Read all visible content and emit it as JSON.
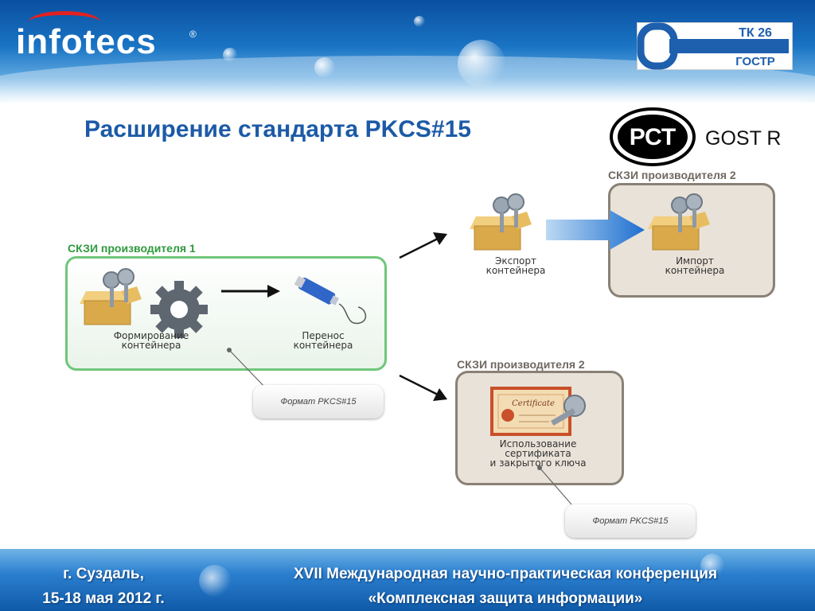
{
  "header": {
    "logo_text": "infotecs",
    "logo_mark": "®",
    "tk_logo_line1": "ТК 26",
    "tk_logo_line2": "ГОСТР",
    "gost_text": "GOST R"
  },
  "title": "Расширение стандарта PKCS#15",
  "diagram": {
    "vendor1": {
      "label": "СКЗИ производителя 1",
      "form_caption_l1": "Формирование",
      "form_caption_l2": "контейнера",
      "transfer_caption_l1": "Перенос",
      "transfer_caption_l2": "контейнера"
    },
    "vendor2_top": {
      "label": "СКЗИ производителя 2",
      "export_l1": "Экспорт",
      "export_l2": "контейнера",
      "import_l1": "Импорт",
      "import_l2": "контейнера"
    },
    "vendor2_bottom": {
      "label": "СКЗИ производителя 2",
      "use_l1": "Использование",
      "use_l2": "сертификата",
      "use_l3": "и закрытого ключа"
    },
    "format_label_1": "Формат PKCS#15",
    "format_label_2": "Формат PKCS#15"
  },
  "footer": {
    "left_l1": "г. Суздаль,",
    "left_l2": "15-18 мая 2012 г.",
    "right_l1": "XVII Международная научно-практическая конференция",
    "right_l2": "«Комплексная защита информации»"
  },
  "colors": {
    "title": "#1c5aa6",
    "green_label": "#2f9a3c",
    "green_border": "#6fc67a",
    "tan_border": "#8a8176",
    "tan_fill": "#e9e2d8"
  }
}
